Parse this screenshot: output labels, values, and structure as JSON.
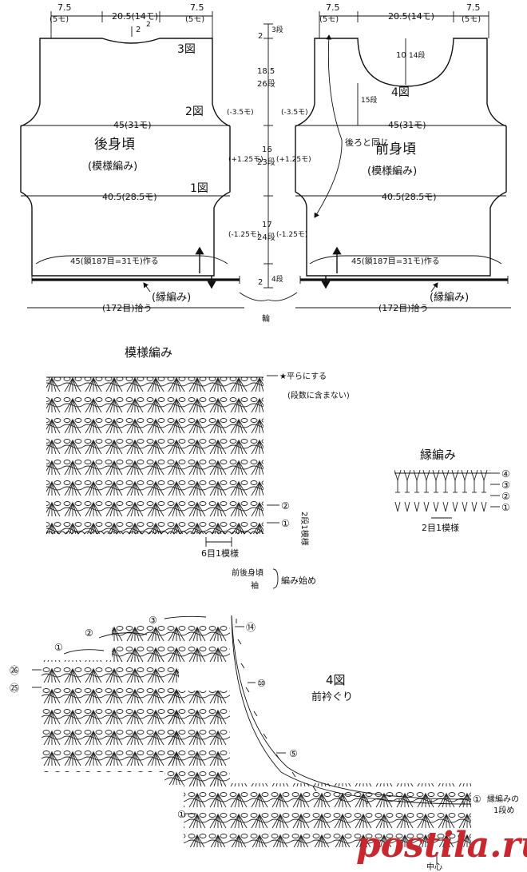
{
  "schematic": {
    "back": {
      "top_left": "7.5",
      "top_left_sub": "(5モ)",
      "top_center": "20.5(14モ)",
      "top_right": "7.5",
      "top_right_sub": "(5モ)",
      "neck_depth": "2",
      "neck_rows": "2",
      "fig3": "3図",
      "fig2": "2図",
      "fig1": "1図",
      "width1": "45(31モ)",
      "width2": "40.5(28.5モ)",
      "title": "後身頃",
      "subtitle": "(模様編み)",
      "bottom": "45(鎖187目=31モ)作る",
      "border": "(縁編み)",
      "pickup": "(172目)拾う"
    },
    "front": {
      "top_left": "7.5",
      "top_left_sub": "(5モ)",
      "top_center": "20.5(14モ)",
      "top_right": "7.5",
      "top_right_sub": "(5モ)",
      "neck_depth": "10",
      "neck_rows": "14段",
      "fig4": "4図",
      "rows15": "15段",
      "same_as_back": "後ろと同じ",
      "width1": "45(31モ)",
      "width2": "40.5(28.5モ)",
      "title": "前身頃",
      "subtitle": "(模様編み)",
      "bottom": "45(鎖187目=31モ)作る",
      "border": "(縁編み)",
      "pickup": "(172目)拾う"
    },
    "center": {
      "r1_cm": "2",
      "r1_rows": "3段",
      "r2_cm": "18.5",
      "r2_rows": "26段",
      "r3_cm": "16",
      "r3_rows": "23段",
      "r4_cm": "17",
      "r4_rows": "24段",
      "r5_cm": "2",
      "r5_rows": "4段",
      "dec_left": "(-3.5モ)",
      "dec_right": "(-3.5モ)",
      "inc_left": "(+1.25モ)",
      "inc_right": "(+1.25モ)",
      "dec2_left": "(-1.25モ)",
      "dec2_right": "(-1.25モ)",
      "ring": "輪"
    }
  },
  "pattern": {
    "title": "模様編み",
    "flat": "★平らにする",
    "not_counted": "(段数に含まない)",
    "row2": "②",
    "row1": "①",
    "repeat_rows": "2段1模様",
    "repeat_stitches": "6目1模様",
    "start_line1": "前後身頃",
    "start_line2": "袖",
    "start_label": "編み始め"
  },
  "edging": {
    "title": "縁編み",
    "r4": "④",
    "r3": "③",
    "r2": "②",
    "r1": "①",
    "repeat": "2目1模様"
  },
  "neckline": {
    "title": "4図",
    "subtitle": "前衿ぐり",
    "r1_top": "①",
    "r2_top": "②",
    "r3_top": "③",
    "r14": "⑭",
    "r10": "⑩",
    "r5": "⑤",
    "r26": "㉖",
    "r25": "㉕",
    "r1_bottom": "①",
    "r1_right": "①",
    "edge_start": "縁編みの",
    "edge_start2": "1段め",
    "center": "中心"
  },
  "watermark": "postila.ru"
}
